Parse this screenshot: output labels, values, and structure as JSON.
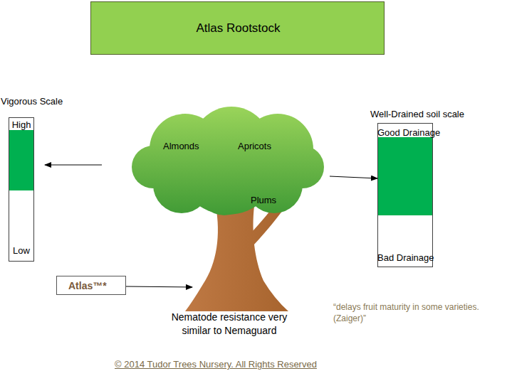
{
  "diagram": {
    "nodes": [
      {
        "text": [
          "Atlas Rootstock"
        ]
      },
      {
        "text": [
          "Vigorous Scale",
          "High",
          "Low"
        ]
      },
      {
        "text": [
          "Almonds",
          "Apricots",
          "Plums"
        ]
      },
      {
        "text": [
          "Well-Drained soil scale",
          "Good Drainage",
          "Bad Drainage"
        ]
      },
      {
        "text": [
          "Atlas™*"
        ]
      }
    ],
    "edges": [
      {
        "from": 2,
        "to": 1,
        "arrow": "to"
      },
      {
        "from": 2,
        "to": 3,
        "arrow": "to"
      },
      {
        "from": 4,
        "to": 2,
        "arrow": "to"
      }
    ],
    "labels": [
      "Nematode resistance very similar to Nemaguard",
      "“delays fruit maturity in some varieties. (Zaiger)”",
      "© 2014 Tudor Trees Nursery. All Rights Reserved"
    ]
  }
}
